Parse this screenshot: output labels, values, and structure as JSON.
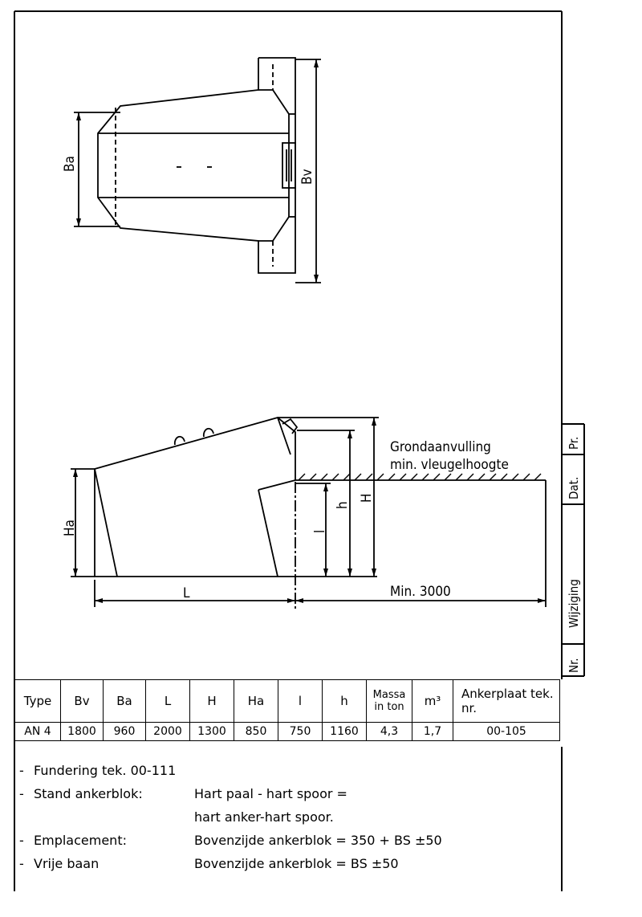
{
  "drawing": {
    "dim_Ba": "Ba",
    "dim_Bv": "Bv",
    "dim_Ha": "Ha",
    "dim_L": "L",
    "dim_l": "l",
    "dim_h": "h",
    "dim_H": "H",
    "label_ground_1": "Grondaanvulling",
    "label_ground_2": "min. vleugelhoogte",
    "dim_min": "Min. 3000"
  },
  "side_table": {
    "col1": "Pr.",
    "col2": "Dat.",
    "col3": "Wijziging",
    "col4": "Nr."
  },
  "table": {
    "headers": [
      "Type",
      "Bv",
      "Ba",
      "L",
      "H",
      "Ha",
      "l",
      "h",
      "Massa in ton",
      "m³",
      "Ankerplaat tek. nr."
    ],
    "row": [
      "AN 4",
      "1800",
      "960",
      "2000",
      "1300",
      "850",
      "750",
      "1160",
      "4,3",
      "1,7",
      "00-105"
    ]
  },
  "notes": [
    {
      "dash": "-",
      "key": "Fundering  tek. 00-111",
      "value": ""
    },
    {
      "dash": "-",
      "key": "Stand ankerblok:",
      "value": "Hart paal - hart spoor ="
    },
    {
      "dash": "",
      "key": "",
      "value": "hart anker-hart spoor."
    },
    {
      "dash": "-",
      "key": "Emplacement:",
      "value": "Bovenzijde ankerblok = 350 + BS ±50"
    },
    {
      "dash": "-",
      "key": "Vrije baan",
      "value": "Bovenzijde ankerblok = BS  ±50"
    }
  ]
}
